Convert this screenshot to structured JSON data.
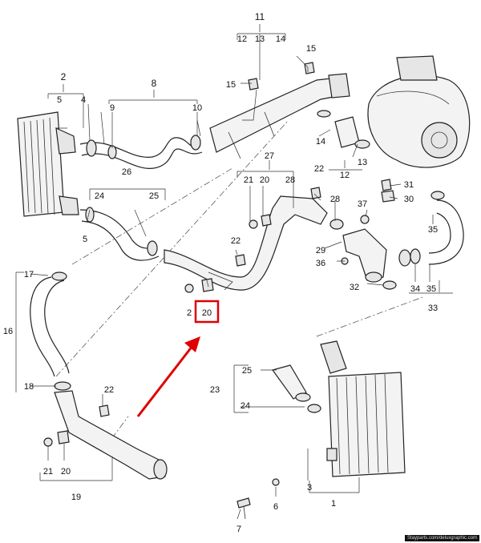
{
  "labels": {
    "l1": "1",
    "l2": "2",
    "l3": "3",
    "l4": "4",
    "l5a": "5",
    "l5b": "5",
    "l6": "6",
    "l7": "7",
    "l8": "8",
    "l9": "9",
    "l10": "10",
    "l11": "11",
    "l12a": "12",
    "l12b": "12",
    "l13a": "13",
    "l13b": "13",
    "l14a": "14",
    "l14b": "14",
    "l15a": "15",
    "l15b": "15",
    "l16": "16",
    "l17": "17",
    "l18": "18",
    "l19": "19",
    "l20a": "20",
    "l20b": "20",
    "l20c": "20",
    "l21a": "21",
    "l21b": "2",
    "l21c": "21",
    "l22a": "22",
    "l22b": "22",
    "l22c": "22",
    "l23": "23",
    "l24a": "24",
    "l24b": "24",
    "l25a": "25",
    "l25b": "25",
    "l26": "26",
    "l27": "27",
    "l28a": "28",
    "l28b": "28",
    "l29": "29",
    "l30": "30",
    "l31": "31",
    "l32": "32",
    "l33": "33",
    "l34": "34",
    "l35a": "35",
    "l35b": "35",
    "l36": "36",
    "l37": "37"
  },
  "highlight": {
    "label": "20",
    "color": "#e00000"
  },
  "footer": "Stayparts.com/deluxgraphic.com"
}
